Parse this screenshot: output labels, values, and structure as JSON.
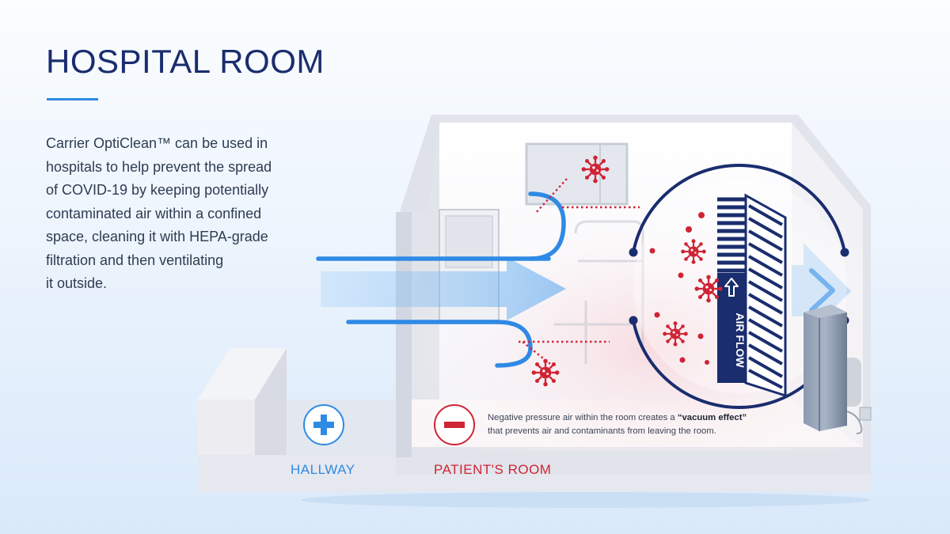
{
  "title": "HOSPITAL ROOM",
  "description_lines": [
    "Carrier OptiClean™ can be used in",
    "hospitals to help prevent the spread",
    "of COVID-19 by keeping potentially",
    "contaminated air within a confined",
    "space, cleaning it with HEPA-grade",
    "filtration and then ventilating",
    "it outside."
  ],
  "labels": {
    "hallway": "HALLWAY",
    "patients_room": "PATIENT'S ROOM",
    "air_flow": "AIR FLOW"
  },
  "note": {
    "line1_before": "Negative pressure air within the room creates a ",
    "line1_bold": "“vacuum effect”",
    "line2": "that prevents air and contaminants from leaving the room."
  },
  "colors": {
    "title": "#1a2d6e",
    "accent_blue": "#2f8ae5",
    "virus_red": "#cf2435",
    "filter_navy": "#1a2d6e"
  },
  "icons": {
    "hallway": "plus-circle-icon",
    "patients_room": "minus-circle-icon"
  }
}
